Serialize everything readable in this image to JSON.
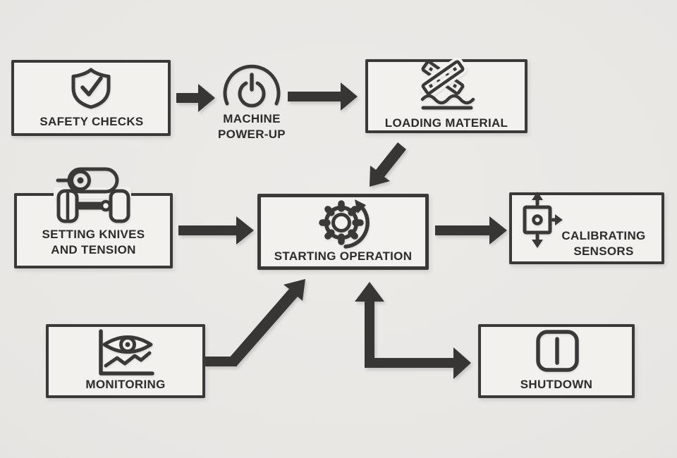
{
  "diagram": {
    "type": "flowchart",
    "topic": "machine operation process",
    "nodes": [
      {
        "id": "safety-checks",
        "label": "SAFETY CHECKS",
        "icon": "shield-check-icon",
        "shape": "box"
      },
      {
        "id": "machine-power-up",
        "label_lines": [
          "MACHINE",
          "POWER-UP"
        ],
        "icon": "power-button-icon",
        "shape": "icon-only"
      },
      {
        "id": "loading-material",
        "label": "LOADING MATERIAL",
        "icon": "crossed-planks-icon",
        "shape": "box"
      },
      {
        "id": "setting-knives-and-tension",
        "label_lines": [
          "SETTING KNIVES",
          "AND TENSION"
        ],
        "icon": "roller-tension-icon",
        "shape": "box"
      },
      {
        "id": "starting-operation",
        "label": "STARTING OPERATION",
        "icon": "gear-rotation-icon",
        "shape": "box"
      },
      {
        "id": "calibrating-sensors",
        "label_lines": [
          "CALIBRATING",
          "SENSORS"
        ],
        "icon": "calibration-axes-icon",
        "shape": "box"
      },
      {
        "id": "monitoring",
        "label": "MONITORING",
        "icon": "eye-chart-icon",
        "shape": "box"
      },
      {
        "id": "shutdown",
        "label": "SHUTDOWN",
        "icon": "power-switch-icon",
        "shape": "box"
      }
    ],
    "edges": [
      {
        "from": "safety-checks",
        "to": "machine-power-up",
        "direction": "right"
      },
      {
        "from": "machine-power-up",
        "to": "loading-material",
        "direction": "right"
      },
      {
        "from": "loading-material",
        "to": "starting-operation",
        "direction": "down-left"
      },
      {
        "from": "setting-knives-and-tension",
        "to": "starting-operation",
        "direction": "right"
      },
      {
        "from": "starting-operation",
        "to": "calibrating-sensors",
        "direction": "right"
      },
      {
        "from": "monitoring",
        "to": "starting-operation",
        "direction": "up-right"
      },
      {
        "from": "bottom-junction",
        "to": "starting-operation",
        "direction": "up"
      },
      {
        "from": "bottom-junction",
        "to": "shutdown",
        "direction": "right"
      }
    ],
    "colors": {
      "background": "#e8e6e3",
      "node_fill": "#f2f1ee",
      "stroke": "#3a3938",
      "text": "#2d2c2a"
    }
  }
}
